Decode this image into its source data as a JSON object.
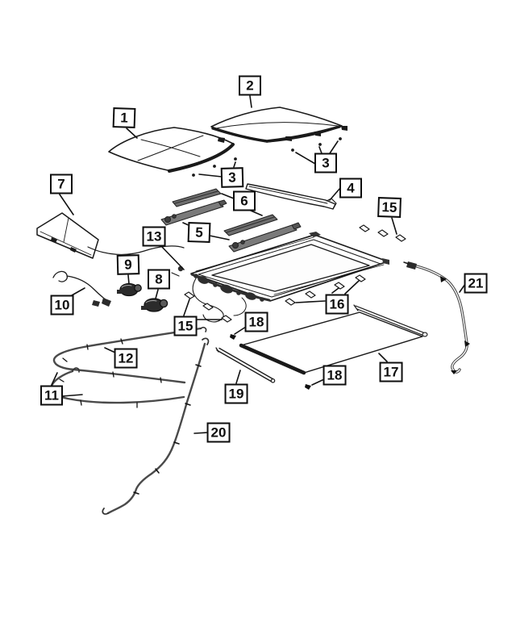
{
  "diagram": {
    "background_color": "#ffffff",
    "line_color": "#1a1a1a",
    "callouts": {
      "c1": {
        "label": "1"
      },
      "c2": {
        "label": "2"
      },
      "c3a": {
        "label": "3"
      },
      "c3b": {
        "label": "3"
      },
      "c4": {
        "label": "4"
      },
      "c5": {
        "label": "5"
      },
      "c6": {
        "label": "6"
      },
      "c7": {
        "label": "7"
      },
      "c8": {
        "label": "8"
      },
      "c9": {
        "label": "9"
      },
      "c10": {
        "label": "10"
      },
      "c11": {
        "label": "11"
      },
      "c12": {
        "label": "12"
      },
      "c13": {
        "label": "13"
      },
      "c15a": {
        "label": "15"
      },
      "c15b": {
        "label": "15"
      },
      "c16": {
        "label": "16"
      },
      "c17": {
        "label": "17"
      },
      "c18a": {
        "label": "18"
      },
      "c18b": {
        "label": "18"
      },
      "c19": {
        "label": "19"
      },
      "c20": {
        "label": "20"
      },
      "c21": {
        "label": "21"
      }
    }
  }
}
